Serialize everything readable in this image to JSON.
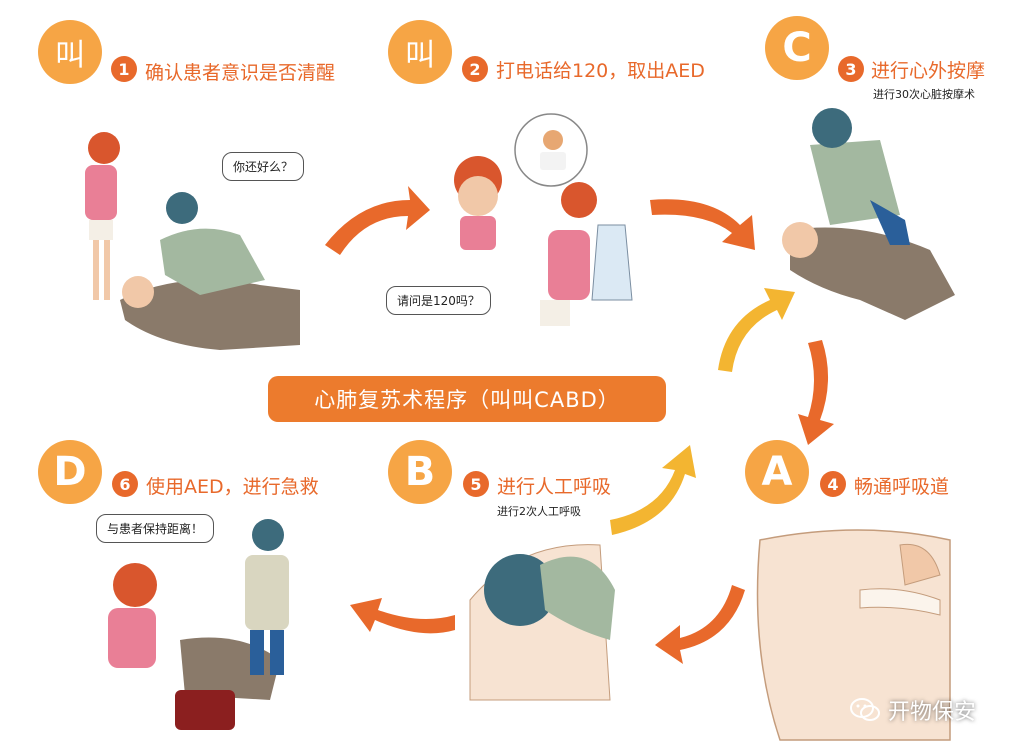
{
  "title": "心肺复苏术程序（叫叫CABD）",
  "colors": {
    "accent": "#e8692b",
    "circle": "#f6a545",
    "arrow": "#e8692b"
  },
  "steps": [
    {
      "badge": "叫",
      "num": "1",
      "label": "确认患者意识是否清醒",
      "sub": ""
    },
    {
      "badge": "叫",
      "num": "2",
      "label": "打电话给120，取出AED",
      "sub": ""
    },
    {
      "badge": "C",
      "num": "3",
      "label": "进行心外按摩",
      "sub": "进行30次心脏按摩术"
    },
    {
      "badge": "A",
      "num": "4",
      "label": "畅通呼吸道",
      "sub": ""
    },
    {
      "badge": "B",
      "num": "5",
      "label": "进行人工呼吸",
      "sub": "进行2次人工呼吸"
    },
    {
      "badge": "D",
      "num": "6",
      "label": "使用AED，进行急救",
      "sub": ""
    }
  ],
  "bubbles": {
    "ok": "你还好么？",
    "call": "请问是120吗？",
    "distance": "与患者保持距离！"
  },
  "watermark": "开物保安",
  "icons": {
    "watermark": "wechat-icon",
    "arrow": "curved-arrow-icon"
  }
}
